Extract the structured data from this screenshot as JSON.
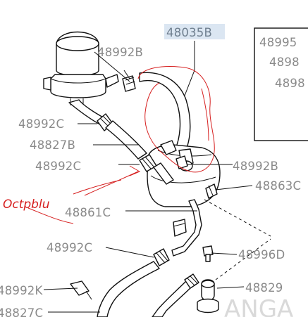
{
  "labels": {
    "p48035B": "48035B",
    "p48992B_top": "48992B",
    "p48992C_1": "48992C",
    "p48827B": "48827B",
    "p48992C_2": "48992C",
    "p48992B_right": "48992B",
    "p48863C": "48863C",
    "p48861C": "48861C",
    "p48992C_3": "48992C",
    "p48996D": "48996D",
    "p48829": "48829",
    "p48992K": "48992K",
    "p48827C": "48827C",
    "p48995": "48995",
    "p4898a": "4898",
    "p4898b": "4898"
  },
  "handwriting": {
    "note": "Octpblu"
  },
  "colors": {
    "label": "#8a8a8a",
    "highlight_bg": "#dbe6f2",
    "annotation": "#d61f1f"
  },
  "watermark": "ANGA"
}
